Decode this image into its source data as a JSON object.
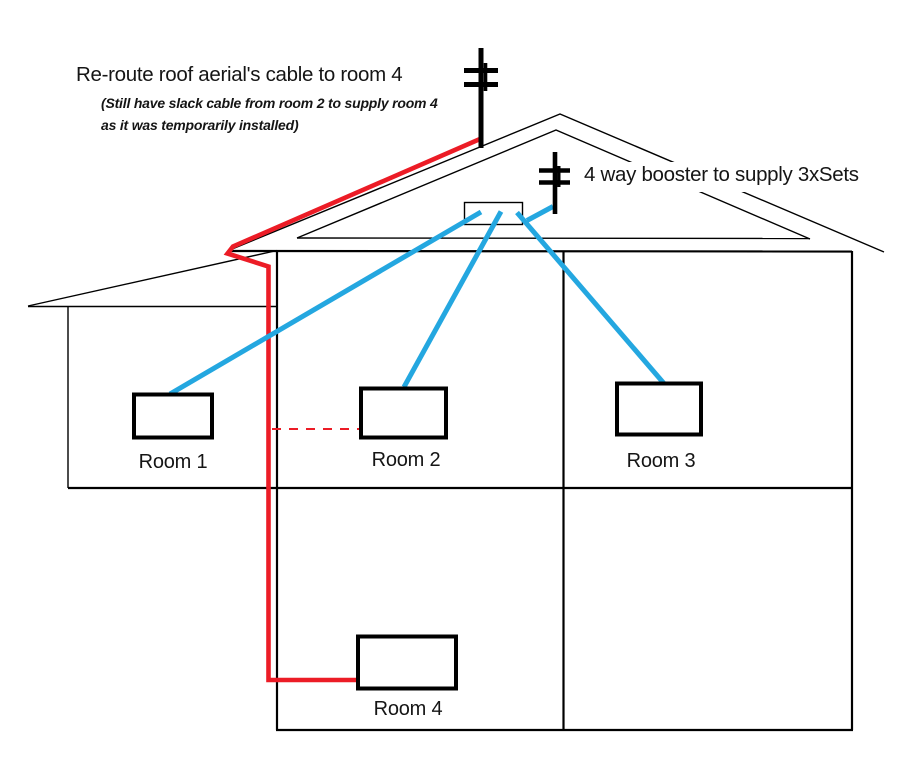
{
  "annotations": {
    "reroute_title": "Re-route roof aerial's cable to room 4",
    "reroute_note_line1": "(Still have slack cable from room 2 to supply room 4",
    "reroute_note_line2": "as it was temporarily installed)",
    "booster_label": "4 way booster to supply 3xSets"
  },
  "rooms": [
    {
      "label": "Room 1"
    },
    {
      "label": "Room 2"
    },
    {
      "label": "Room 3"
    },
    {
      "label": "Room 4"
    }
  ],
  "icons": {
    "main_aerial": "tv-aerial-icon",
    "booster_aerial": "tv-aerial-icon",
    "booster_box": "splitter-booster-box",
    "tv_outlet": "tv-set-box"
  },
  "colors": {
    "cable_red": "#ec1c26",
    "cable_blue": "#24a7e0",
    "line_black": "#000000",
    "text": "#151515"
  }
}
